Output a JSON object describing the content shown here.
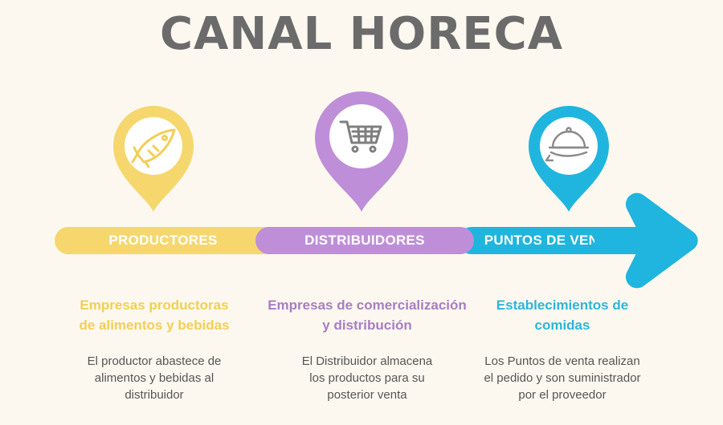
{
  "title": "CANAL HORECA",
  "colors": {
    "yellow": "#f5d76e",
    "purple": "#be8fd8",
    "blue": "#1fb5de",
    "title_gray": "#6b6b6b"
  },
  "stages": [
    {
      "label": "PRODUCTORES",
      "icon": "fish-icon",
      "heading_line1": "Empresas productoras",
      "heading_line2": "de alimentos y bebidas",
      "desc_line1": "El productor abastece de",
      "desc_line2": "alimentos y bebidas al",
      "desc_line3": "distribuidor"
    },
    {
      "label": "DISTRIBUIDORES",
      "icon": "shopping-cart-icon",
      "heading_line1": "Empresas de comercialización",
      "heading_line2": "y distribución",
      "desc_line1": "El Distribuidor almacena",
      "desc_line2": "los productos para su",
      "desc_line3": "posterior venta"
    },
    {
      "label": "PUNTOS DE VENTA",
      "icon": "serving-cloche-icon",
      "heading_line1": "Establecimientos de",
      "heading_line2": "comidas",
      "desc_line1": "Los Puntos de venta realizan",
      "desc_line2": "el pedido y son suministrador",
      "desc_line3": "por el proveedor"
    }
  ]
}
